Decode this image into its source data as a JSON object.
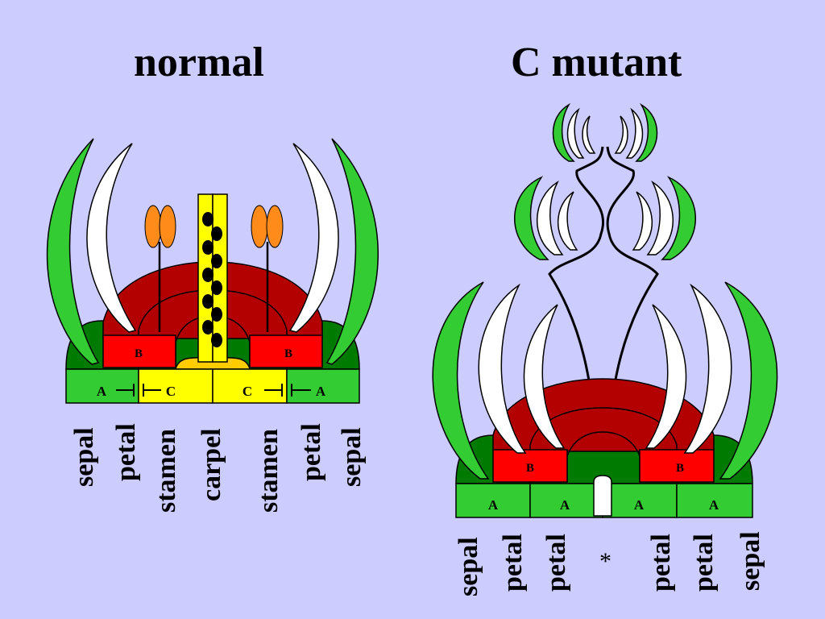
{
  "titles": {
    "normal": "normal",
    "mutant": "C mutant"
  },
  "normal": {
    "labels": [
      "sepal",
      "petal",
      "stamen",
      "carpel",
      "stamen",
      "petal",
      "sepal"
    ],
    "genes": {
      "a": "A",
      "b": "B",
      "c": "C"
    }
  },
  "mutant": {
    "labels": [
      "sepal",
      "petal",
      "petal",
      "*",
      "petal",
      "petal",
      "sepal"
    ],
    "genes": {
      "a": "A",
      "b": "B"
    }
  },
  "colors": {
    "background": "#ccccff",
    "sepal": "#33cc33",
    "petal": "#ffffff",
    "dark_red": "#b30000",
    "red": "#ff0000",
    "dark_green": "#007a00",
    "yellow": "#ffff00",
    "orange": "#ff8c1a",
    "gold": "#ffcc00"
  }
}
